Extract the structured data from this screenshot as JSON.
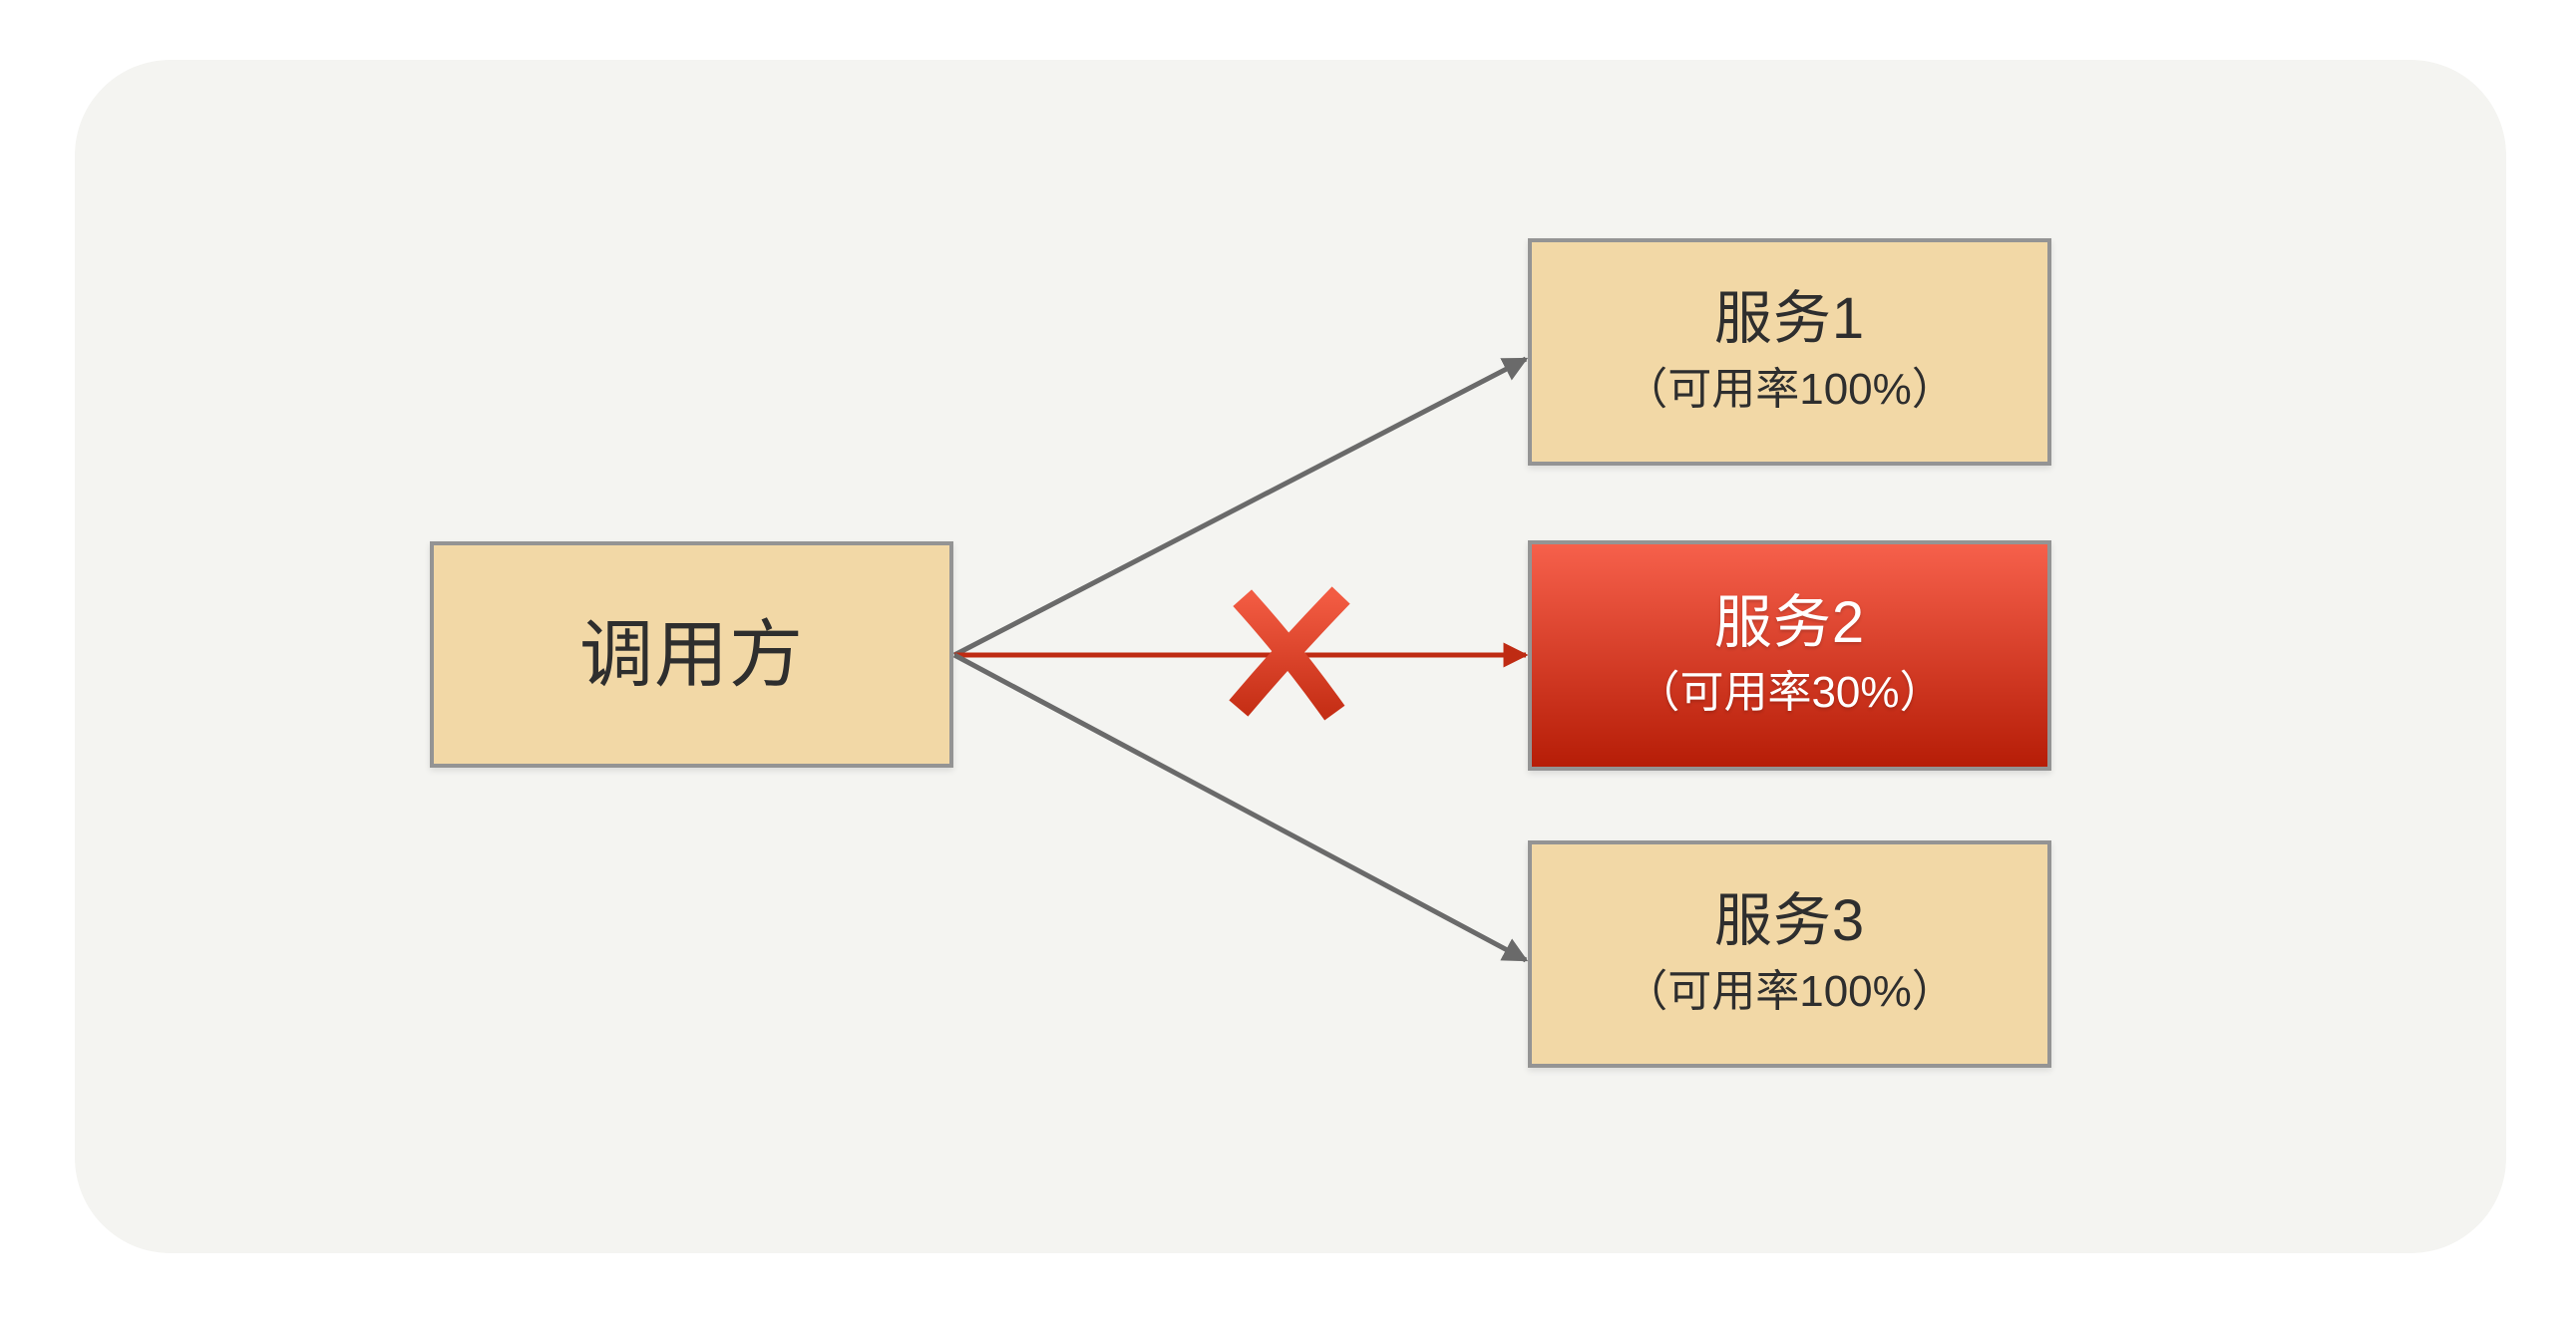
{
  "diagram": {
    "caller": {
      "label": "调用方"
    },
    "services": [
      {
        "name": "服务1",
        "availability": "（可用率100%）",
        "status": "available"
      },
      {
        "name": "服务2",
        "availability": "（可用率30%）",
        "status": "failing"
      },
      {
        "name": "服务3",
        "availability": "（可用率100%）",
        "status": "available"
      }
    ]
  },
  "colors": {
    "panel-bg": "#F4F4F1",
    "node-fill": "#F2D8A6",
    "node-border": "#949494",
    "node-text": "#2E2E2E",
    "down-top": "#F6604B",
    "down-bottom": "#B61D07",
    "down-text": "#FFFFFF",
    "arrow-gray": "#6A6A6A",
    "arrow-red": "#BF2B13",
    "xmark-top": "#F25B42",
    "xmark-bottom": "#C52E15"
  }
}
